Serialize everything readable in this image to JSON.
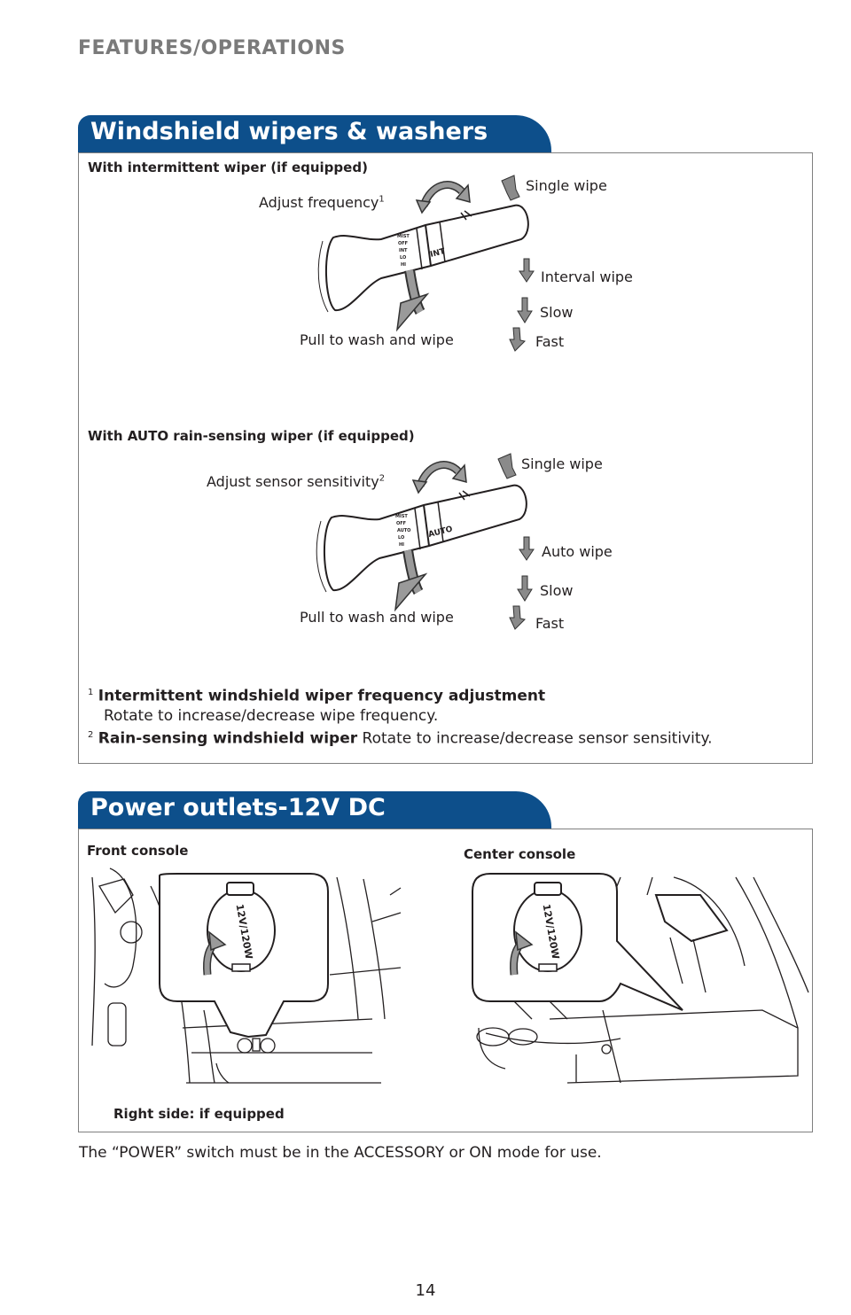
{
  "header": {
    "section": "FEATURES/OPERATIONS"
  },
  "wipers": {
    "title": "Windshield wipers & washers",
    "intermittent": {
      "subtitle": "With intermittent wiper (if equipped)",
      "adjust": "Adjust frequency",
      "adjust_sup": "1",
      "single": "Single wipe",
      "interval": "Interval wipe",
      "slow": "Slow",
      "fast": "Fast",
      "pull": "Pull to wash and wipe",
      "stalk_marks": [
        "MIST",
        "OFF",
        "INT",
        "LO",
        "HI"
      ],
      "ring_label": "INT"
    },
    "auto": {
      "subtitle": "With AUTO rain-sensing wiper (if equipped)",
      "adjust": "Adjust sensor sensitivity",
      "adjust_sup": "2",
      "single": "Single wipe",
      "auto": "Auto wipe",
      "slow": "Slow",
      "fast": "Fast",
      "pull": "Pull to wash and wipe",
      "stalk_marks": [
        "MIST",
        "OFF",
        "AUTO",
        "LO",
        "HI"
      ],
      "ring_label": "AUTO"
    },
    "footnotes": {
      "n1_sup": "1",
      "n1_title": "Intermittent windshield wiper frequency adjustment",
      "n1_text": "Rotate to increase/decrease wipe frequency.",
      "n2_sup": "2",
      "n2_title": "Rain-sensing windshield wiper",
      "n2_text": "Rotate to increase/decrease sensor sensitivity."
    }
  },
  "power": {
    "title": "Power outlets-12V DC",
    "front": "Front console",
    "center": "Center console",
    "right_side": "Right side: if equipped",
    "cap_text": "12V/120W",
    "note": "The “POWER” switch must be in the ACCESSORY or ON mode for use."
  },
  "page": {
    "number": "14"
  }
}
